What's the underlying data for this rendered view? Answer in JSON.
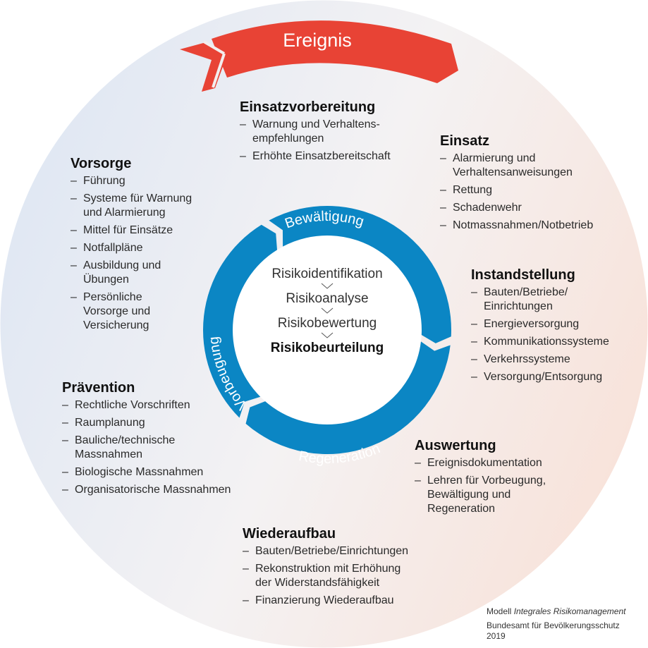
{
  "event": {
    "label": "Ereignis",
    "color": "#e84335"
  },
  "ring": {
    "color": "#0b86c4",
    "segments": [
      {
        "label": "Bewältigung"
      },
      {
        "label": "Regeneration"
      },
      {
        "label": "Vorbeugung"
      }
    ]
  },
  "center": {
    "steps": [
      "Risikoidentifikation",
      "Risikoanalyse",
      "Risikobewertung"
    ],
    "result": "Risikobeurteilung"
  },
  "blocks": {
    "einsatzvorbereitung": {
      "title": "Einsatzvorbereitung",
      "items": [
        "Warnung und Verhaltens-\nempfehlungen",
        "Erhöhte Einsatzbereitschaft"
      ]
    },
    "einsatz": {
      "title": "Einsatz",
      "items": [
        "Alarmierung und\nVerhaltensanweisungen",
        "Rettung",
        "Schadenwehr",
        "Notmassnahmen/Notbetrieb"
      ]
    },
    "vorsorge": {
      "title": "Vorsorge",
      "items": [
        "Führung",
        "Systeme für Warnung\nund Alarmierung",
        "Mittel für Einsätze",
        "Notfallpläne",
        "Ausbildung und\nÜbungen",
        "Persönliche\nVorsorge und\nVersicherung"
      ]
    },
    "instandstellung": {
      "title": "Instandstellung",
      "items": [
        "Bauten/Betriebe/\nEinrichtungen",
        "Energieversorgung",
        "Kommunikationssysteme",
        "Verkehrssysteme",
        "Versorgung/Entsorgung"
      ]
    },
    "praevention": {
      "title": "Prävention",
      "items": [
        "Rechtliche Vorschriften",
        "Raumplanung",
        "Bauliche/technische\nMassnahmen",
        "Biologische Massnahmen",
        "Organisatorische Massnahmen"
      ]
    },
    "auswertung": {
      "title": "Auswertung",
      "items": [
        "Ereignisdokumentation",
        "Lehren für Vorbeugung,\nBewältigung und\nRegeneration"
      ]
    },
    "wiederaufbau": {
      "title": "Wiederaufbau",
      "items": [
        "Bauten/Betriebe/Einrichtungen",
        "Rekonstruktion mit Erhöhung\nder Widerstandsfähigkeit",
        "Finanzierung Wiederaufbau"
      ]
    }
  },
  "credit": {
    "model_prefix": "Modell",
    "model_name": "Integrales Risikomanagement",
    "publisher": "Bundesamt für Bevölkerungsschutz",
    "year": "2019"
  }
}
